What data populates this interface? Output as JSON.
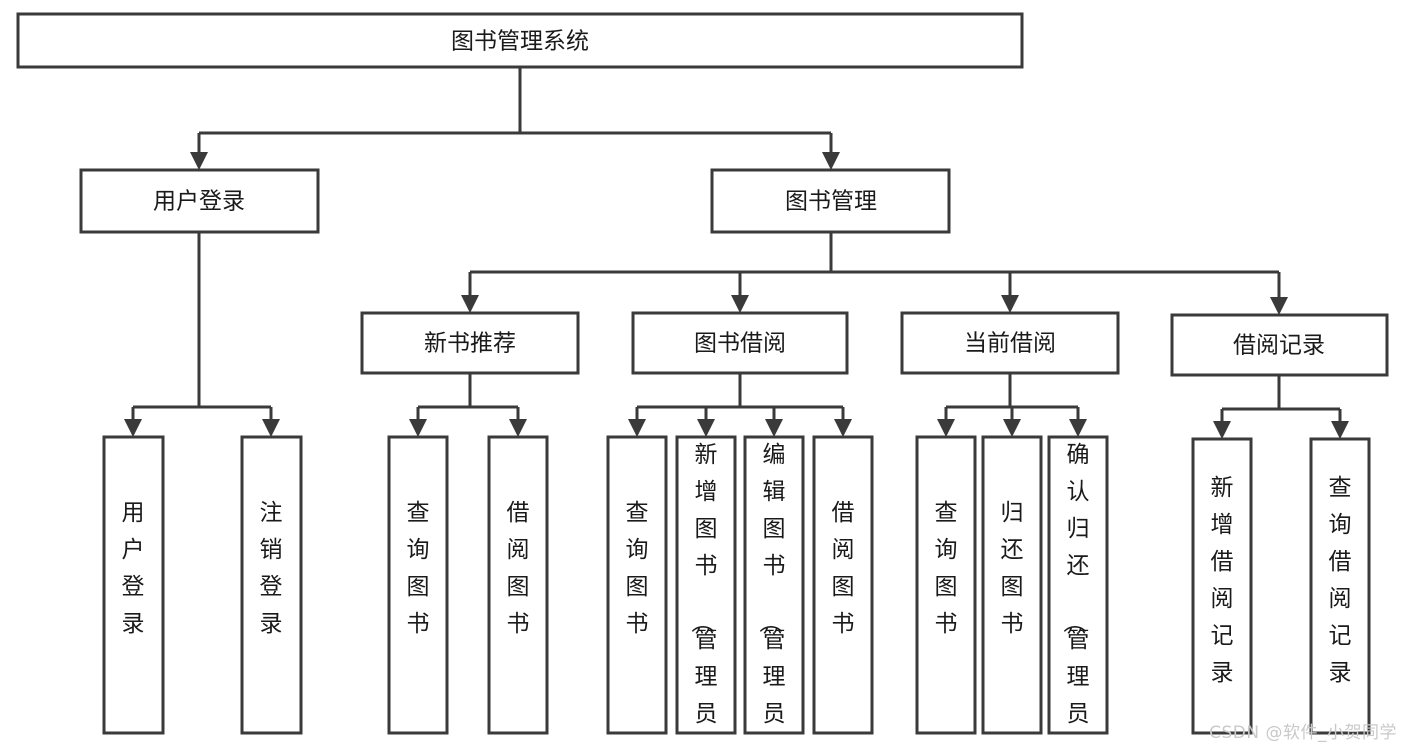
{
  "diagram": {
    "title": "图书管理系统",
    "type": "hierarchy-tree",
    "watermark": "CSDN @软件_小贺同学",
    "colors": {
      "stroke": "#3a3a3a",
      "fill": "#ffffff",
      "text": "#1a1a1a",
      "watermark": "#c9c9c9"
    },
    "root": {
      "label": "图书管理系统"
    },
    "level2": [
      {
        "label": "用户登录"
      },
      {
        "label": "图书管理"
      }
    ],
    "level3": [
      {
        "label": "新书推荐"
      },
      {
        "label": "图书借阅"
      },
      {
        "label": "当前借阅"
      },
      {
        "label": "借阅记录"
      }
    ],
    "leaves": {
      "user_login": [
        {
          "label": "用户登录"
        },
        {
          "label": "注销登录"
        }
      ],
      "new_book_recommend": [
        {
          "label": "查询图书"
        },
        {
          "label": "借阅图书"
        }
      ],
      "book_borrow": [
        {
          "label": "查询图书"
        },
        {
          "label": "新增图书（管理员）"
        },
        {
          "label": "编辑图书（管理员）"
        },
        {
          "label": "借阅图书"
        }
      ],
      "current_borrow": [
        {
          "label": "查询图书"
        },
        {
          "label": "归还图书"
        },
        {
          "label": "确认归还（管理员）"
        }
      ],
      "borrow_record": [
        {
          "label": "新增借阅记录"
        },
        {
          "label": "查询借阅记录"
        }
      ]
    }
  }
}
